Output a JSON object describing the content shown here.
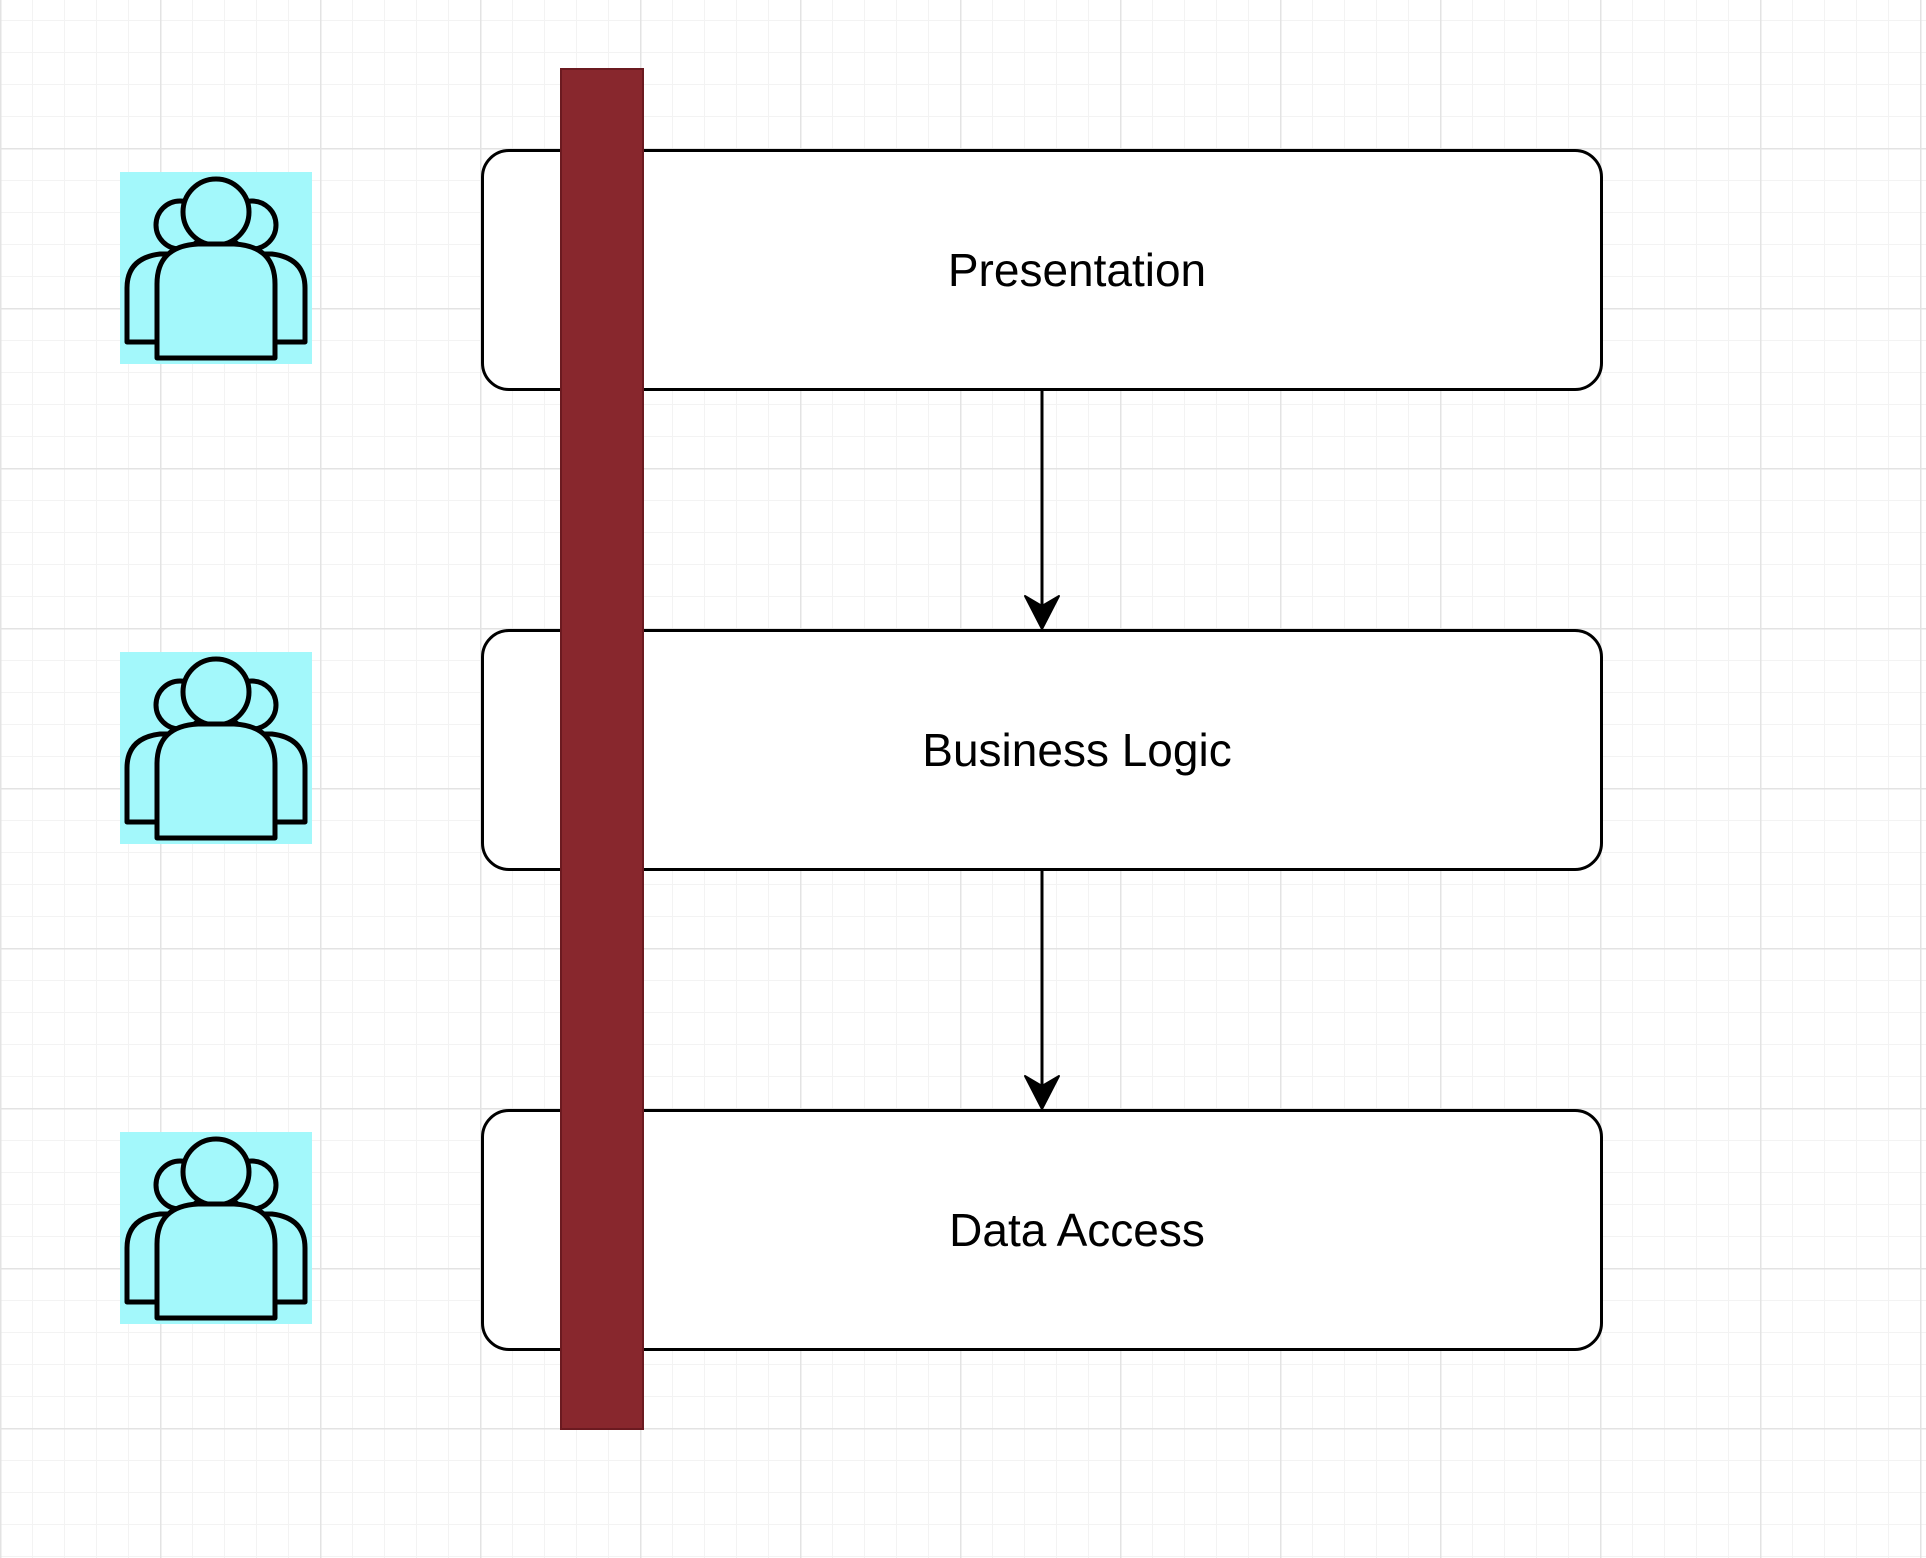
{
  "diagram": {
    "layers": [
      {
        "label": "Presentation"
      },
      {
        "label": "Business Logic"
      },
      {
        "label": "Data Access"
      }
    ],
    "colors": {
      "user_icon_fill": "#a3f8fb",
      "cross_cutting_bar": "#88272d",
      "stroke": "#000000",
      "grid_major": "#e3e3e3",
      "grid_minor": "#f3f3f3"
    },
    "icons": [
      "users-icon",
      "users-icon",
      "users-icon"
    ]
  }
}
